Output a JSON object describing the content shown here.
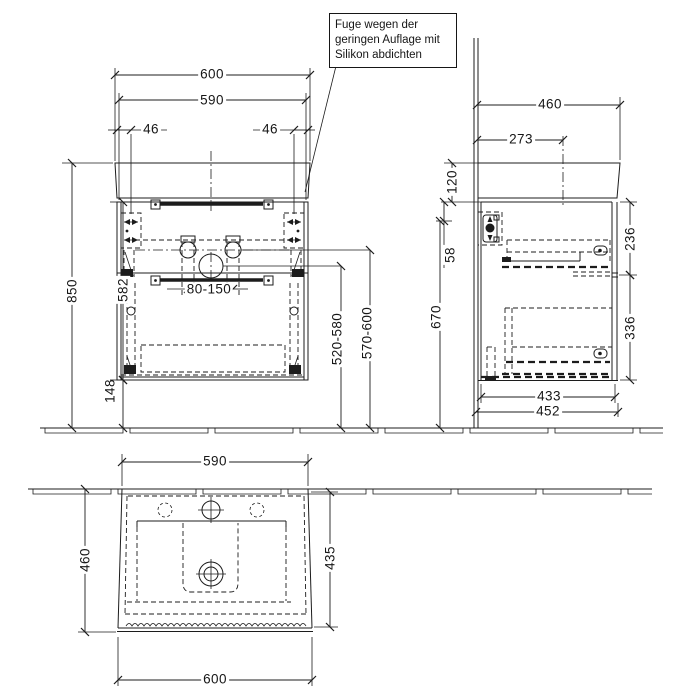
{
  "annotation": {
    "lines": [
      "Fuge wegen der",
      "geringen Auflage mit",
      "Silikon abdichten"
    ]
  },
  "views": {
    "front": {
      "dims": {
        "overall_width": "600",
        "cabinet_width": "590",
        "left_offset": "46",
        "right_offset": "46",
        "overall_height": "850",
        "cabinet_height": "582",
        "floor_clearance": "148",
        "supply_spacing": "80-150",
        "drain_height_range": "520-580",
        "supply_height_range": "570-600"
      }
    },
    "side": {
      "dims": {
        "overall_depth": "460",
        "faucet_center_from_wall": "273",
        "basin_height": "120",
        "bracket_offset_from_top": "58",
        "bracket_height_above_floor": "670",
        "top_drawer_front": "236",
        "bottom_drawer_front": "336",
        "cabinet_depth": "433",
        "depth_incl_front": "452"
      }
    },
    "plan": {
      "dims": {
        "cabinet_width": "590",
        "overall_depth": "460",
        "basin_depth": "435",
        "overall_width": "600"
      }
    }
  },
  "colors": {
    "line": "#1c1c1c",
    "background": "#ffffff"
  }
}
